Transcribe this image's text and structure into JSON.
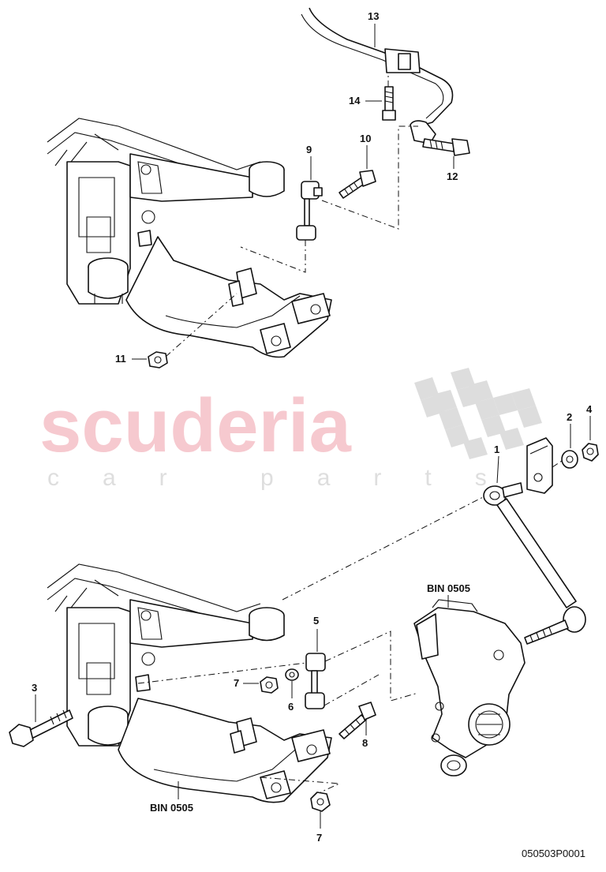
{
  "diagram": {
    "watermark": {
      "brand": "scuderia",
      "tagline": "car parts"
    },
    "document_id": "050503P0001",
    "callouts": {
      "c1": "1",
      "c2": "2",
      "c3": "3",
      "c4": "4",
      "c5": "5",
      "c6": "6",
      "c7a": "7",
      "c7b": "7",
      "c8": "8",
      "c9": "9",
      "c10": "10",
      "c11": "11",
      "c12": "12",
      "c13": "13",
      "c14": "14"
    },
    "bin_labels": {
      "upper": "BIN 0505",
      "lower": "BIN 0505"
    },
    "colors": {
      "line": "#111111",
      "watermark_brand": "#f6c9cf",
      "watermark_flag": "#d8d8d8"
    }
  }
}
